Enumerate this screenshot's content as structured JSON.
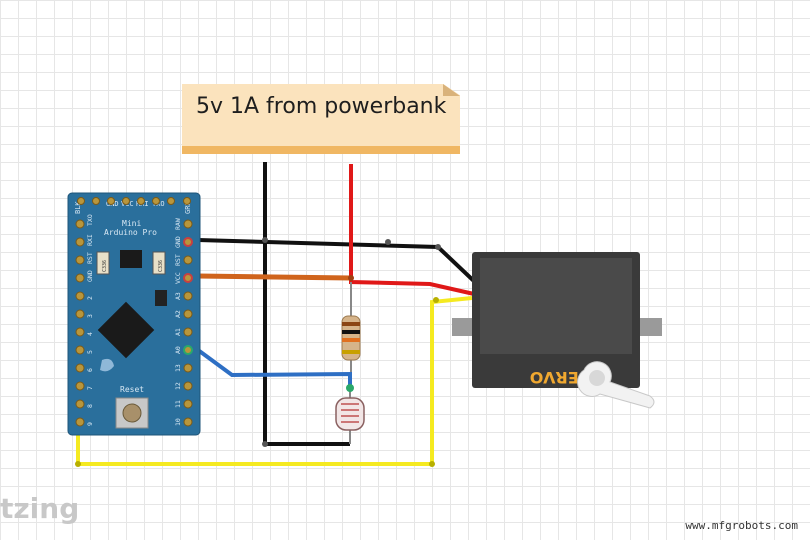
{
  "note": {
    "text": "5v 1A from powerbank"
  },
  "arduino": {
    "top_pins": [
      "BLK",
      "GND",
      "VCC",
      "RXI",
      "TXO",
      "GRN"
    ],
    "name_line1": "Mini",
    "name_line2": "Arduino Pro",
    "left_pins": [
      "TXO",
      "RXI",
      "RST",
      "GND",
      "2",
      "3",
      "4",
      "5",
      "6",
      "7",
      "8",
      "9"
    ],
    "right_pins": [
      "RAW",
      "GND",
      "RST",
      "VCC",
      "A3",
      "A2",
      "A1",
      "A0",
      "13",
      "12",
      "11",
      "10"
    ],
    "reset_label": "Reset",
    "cap1": "C336",
    "cap2": "C336"
  },
  "servo": {
    "label": "SERVO"
  },
  "brand": "tzing",
  "watermark": "www.mfgrobots.com",
  "colors": {
    "board": "#2a6f9c",
    "wire_black": "#111111",
    "wire_red": "#e01818",
    "wire_orange": "#d0641c",
    "wire_blue": "#2e6fc4",
    "wire_yellow": "#f5ea20",
    "servo_body": "#3a3a3a",
    "servo_label": "#f0a830",
    "note_bg": "#fbe3bd",
    "note_border": "#f0b763"
  }
}
